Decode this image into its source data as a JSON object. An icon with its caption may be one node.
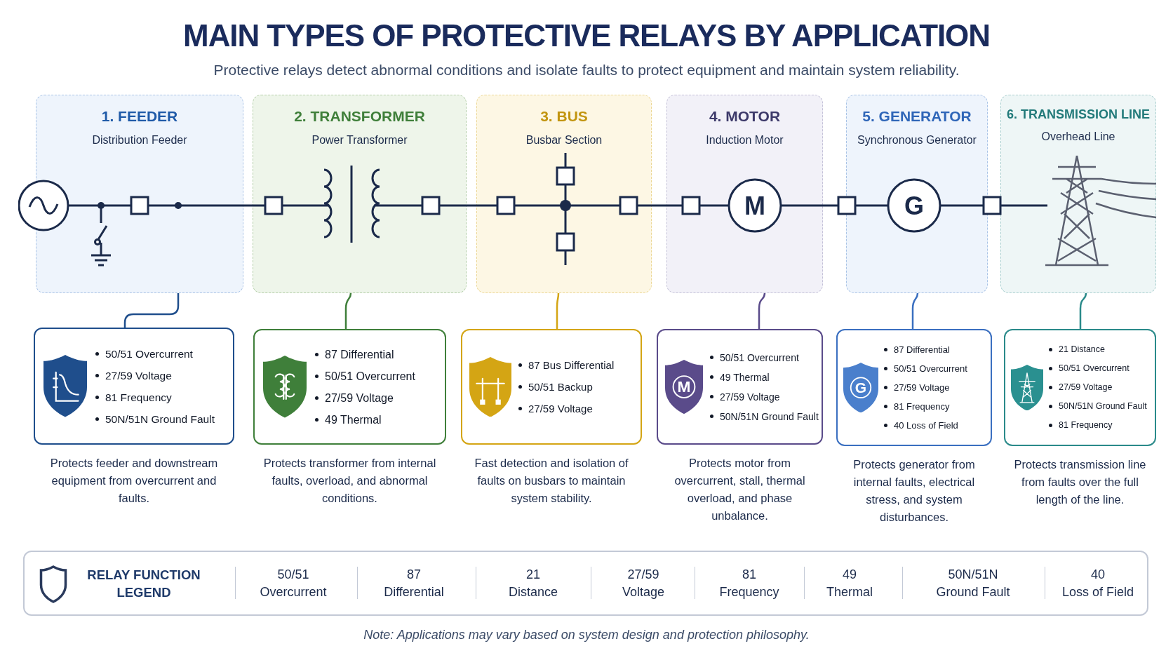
{
  "diagram": {
    "title": "MAIN TYPES OF PROTECTIVE RELAYS BY APPLICATION",
    "caption": "Protective relays detect abnormal conditions and isolate faults to protect equipment and maintain system reliability.",
    "nodes": [
      {
        "text": [
          "1. FEEDER",
          "Distribution Feeder"
        ]
      },
      {
        "text": [
          "2. TRANSFORMER",
          "Power Transformer"
        ]
      },
      {
        "text": [
          "3. BUS",
          "Busbar Section"
        ]
      },
      {
        "text": [
          "4. MOTOR",
          "Induction Motor"
        ]
      },
      {
        "text": [
          "5. GENERATOR",
          "Synchronous Generator"
        ]
      },
      {
        "text": [
          "6. TRANSMISSION LINE",
          "Overhead Line"
        ]
      },
      {
        "text": [
          "50/51 Overcurrent",
          "27/59 Voltage",
          "81 Frequency",
          "50N/51N Ground Fault"
        ],
        "beside": [
          "Protects feeder and downstream equipment from overcurrent and faults."
        ]
      },
      {
        "text": [
          "87 Differential",
          "50/51 Overcurrent",
          "27/59 Voltage",
          "49 Thermal"
        ],
        "beside": [
          "Protects transformer from internal faults, overload, and abnormal conditions."
        ]
      },
      {
        "text": [
          "87 Bus Differential",
          "50/51 Backup",
          "27/59 Voltage"
        ],
        "beside": [
          "Fast detection and isolation of faults on busbars to maintain system stability."
        ]
      },
      {
        "text": [
          "50/51 Overcurrent",
          "49 Thermal",
          "27/59 Voltage",
          "50N/51N Ground Fault"
        ],
        "beside": [
          "Protects motor from overcurrent, stall, thermal overload, and phase unbalance."
        ]
      },
      {
        "text": [
          "87 Differential",
          "50/51 Overcurrent",
          "27/59 Voltage",
          "81 Frequency",
          "40 Loss of Field"
        ],
        "beside": [
          "Protects generator from internal faults, electrical stress, and system disturbances."
        ]
      },
      {
        "text": [
          "21 Distance",
          "50/51 Overcurrent",
          "27/59 Voltage",
          "50N/51N Ground Fault",
          "81 Frequency"
        ],
        "beside": [
          "Protects transmission line from faults over the full length of the line."
        ]
      }
    ],
    "edges": [
      {
        "from": 0,
        "to": 6,
        "arrow": "none",
        "color": "#1f4e8c"
      },
      {
        "from": 1,
        "to": 7,
        "arrow": "none",
        "color": "#3f7f3a"
      },
      {
        "from": 2,
        "to": 8,
        "arrow": "none",
        "color": "#d4a514"
      },
      {
        "from": 3,
        "to": 9,
        "arrow": "none",
        "color": "#5a4b8a"
      },
      {
        "from": 4,
        "to": 10,
        "arrow": "none",
        "color": "#3a6fc0"
      },
      {
        "from": 5,
        "to": 11,
        "arrow": "none",
        "color": "#2a8a8a"
      }
    ],
    "labels": [
      "M",
      "G",
      "M",
      "G",
      "RELAY FUNCTION LEGEND",
      "50/51",
      "Overcurrent",
      "87",
      "Differential",
      "21",
      "Distance",
      "27/59",
      "Voltage",
      "81",
      "Frequency",
      "49",
      "Thermal",
      "50N/51N",
      "Ground Fault",
      "40",
      "Loss of Field",
      "Note: Applications may vary based on system design and protection philosophy."
    ]
  }
}
